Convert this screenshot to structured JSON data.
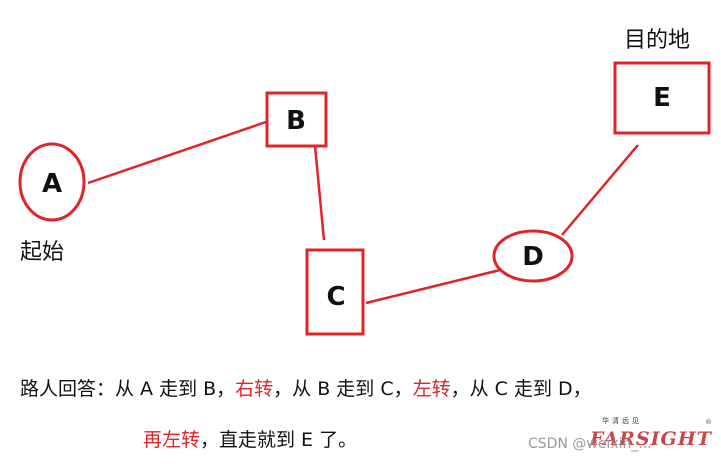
{
  "nodes": {
    "a": "A",
    "b": "B",
    "c": "C",
    "d": "D",
    "e": "E"
  },
  "captions": {
    "destination": "目的地",
    "start": "起始"
  },
  "answer": {
    "line1": [
      {
        "text": "路人回答：从 A 走到 B，",
        "color": "black"
      },
      {
        "text": "右转",
        "color": "red"
      },
      {
        "text": "，从 B 走到 C，",
        "color": "black"
      },
      {
        "text": "左转",
        "color": "red"
      },
      {
        "text": "，从 C 走到 D，",
        "color": "black"
      }
    ],
    "line2": [
      {
        "text": "再左转",
        "color": "red"
      },
      {
        "text": "，直走就到 E 了。",
        "color": "black"
      }
    ]
  },
  "watermark": "CSDN @weixin_...",
  "logo": {
    "top_text": "华清远见",
    "main_text": "FARSIGHT",
    "reg_mark": "®"
  },
  "colors": {
    "accent": "#e0242a",
    "text": "#111111"
  }
}
